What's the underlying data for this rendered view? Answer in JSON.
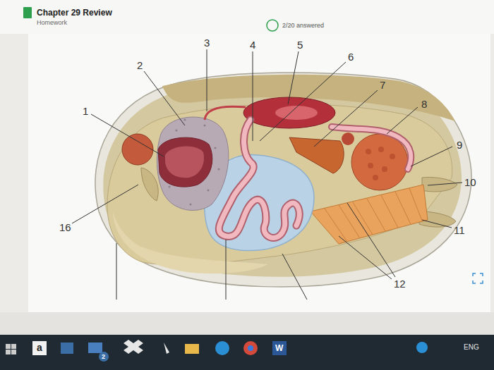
{
  "diagram": {
    "title": "Chapter 29 Review",
    "labels": [
      "Homework",
      "2/20 answered",
      "1",
      "2",
      "3",
      "4",
      "5",
      "6",
      "7",
      "8",
      "9",
      "10",
      "11",
      "12",
      "16",
      "a",
      "2",
      "W",
      "ENG"
    ]
  }
}
